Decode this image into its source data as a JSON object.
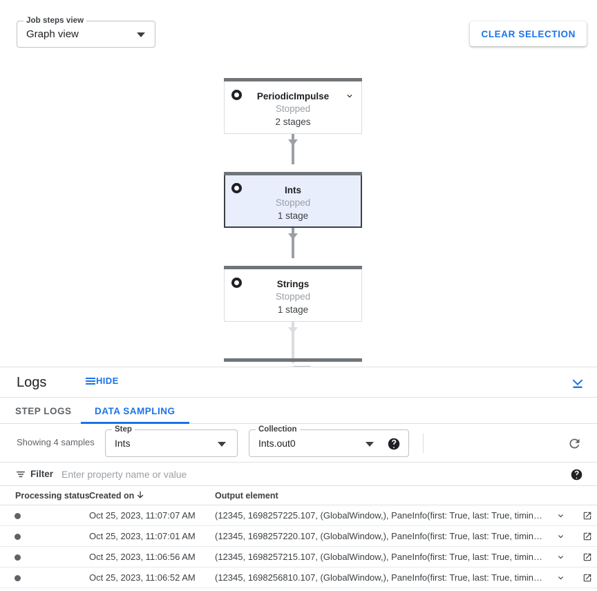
{
  "graph_toolbar": {
    "job_steps_view": {
      "label": "Job steps view",
      "value": "Graph view",
      "icon": "chevron-down-icon"
    },
    "clear_selection_label": "CLEAR SELECTION"
  },
  "graph": {
    "nodes": [
      {
        "name": "PeriodicImpulse",
        "status": "Stopped",
        "stages": "2 stages",
        "selected": false,
        "has_chevron": true,
        "status_icon": "stopped-icon"
      },
      {
        "name": "Ints",
        "status": "Stopped",
        "stages": "1 stage",
        "selected": true,
        "has_chevron": false,
        "status_icon": "stopped-icon"
      },
      {
        "name": "Strings",
        "status": "Stopped",
        "stages": "1 stage",
        "selected": false,
        "has_chevron": false,
        "status_icon": "stopped-icon"
      }
    ]
  },
  "logs": {
    "title": "Logs",
    "hide_label": "HIDE",
    "collapse_icon": "vertical-align-bottom-icon",
    "tabs": [
      {
        "label": "STEP LOGS",
        "active": false
      },
      {
        "label": "DATA SAMPLING",
        "active": true
      }
    ]
  },
  "sampling": {
    "showing_text": "Showing 4 samples",
    "step": {
      "label": "Step",
      "value": "Ints"
    },
    "collection": {
      "label": "Collection",
      "value": "Ints.out0",
      "help_icon": "help-icon"
    },
    "refresh_icon": "refresh-icon"
  },
  "filter": {
    "label": "Filter",
    "placeholder": "Enter property name or value",
    "value": "",
    "icon": "filter-icon",
    "help_icon": "help-icon"
  },
  "table": {
    "columns": [
      {
        "key": "status",
        "label": "Processing status"
      },
      {
        "key": "created",
        "label": "Created on",
        "sorted": "desc",
        "sort_icon": "arrow-downward-icon"
      },
      {
        "key": "element",
        "label": "Output element"
      }
    ],
    "rows": [
      {
        "status_dot": "processing-status-dot",
        "created": "Oct 25, 2023, 11:07:07 AM",
        "element": "(12345, 1698257225.107, (GlobalWindow,), PaneInfo(first: True, last: True, timing…"
      },
      {
        "status_dot": "processing-status-dot",
        "created": "Oct 25, 2023, 11:07:01 AM",
        "element": "(12345, 1698257220.107, (GlobalWindow,), PaneInfo(first: True, last: True, timing…"
      },
      {
        "status_dot": "processing-status-dot",
        "created": "Oct 25, 2023, 11:06:56 AM",
        "element": "(12345, 1698257215.107, (GlobalWindow,), PaneInfo(first: True, last: True, timing…"
      },
      {
        "status_dot": "processing-status-dot",
        "created": "Oct 25, 2023, 11:06:52 AM",
        "element": "(12345, 1698256810.107, (GlobalWindow,), PaneInfo(first: True, last: True, timing…"
      }
    ],
    "row_expand_icon": "chevron-down-icon",
    "row_open_icon": "open-in-new-icon"
  },
  "colors": {
    "accent": "#1a73e8",
    "node_bar": "#70757a",
    "selected_node_bg": "#e8eefc",
    "selected_node_border": "#3c4043",
    "edge": "#9aa0a6",
    "edge_light": "#dadce0"
  }
}
